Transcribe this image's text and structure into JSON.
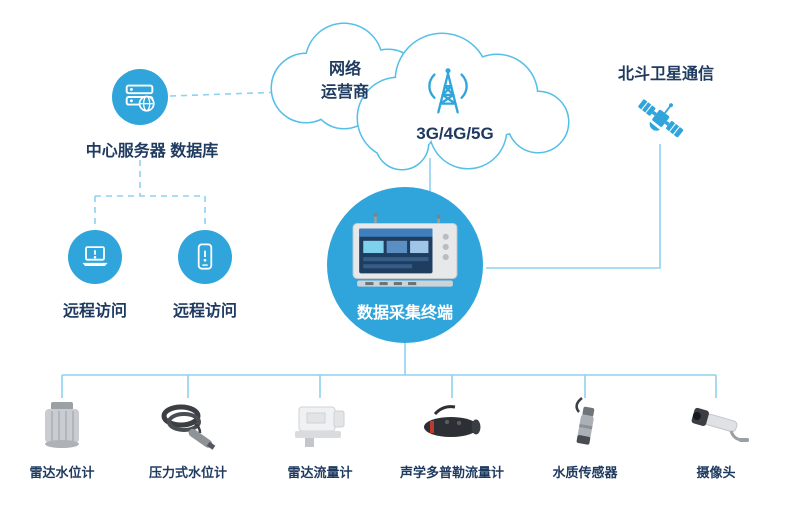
{
  "palette": {
    "blue": "#2FA5DB",
    "line": "#8ED2EF",
    "cloud": "#54BFE7",
    "dark": "#1E3A5F"
  },
  "icons": {
    "server": "server-database-icon",
    "antenna": "cellular-antenna-icon",
    "satellite": "satellite-icon",
    "laptop": "laptop-alert-icon",
    "phone": "phone-alert-icon"
  },
  "nodes": {
    "server": {
      "label": "中心服务器 数据库"
    },
    "operator_cloud": {
      "line1": "网络",
      "line2": "运营商"
    },
    "cellular_cloud": {
      "label": "3G/4G/5G"
    },
    "satellite": {
      "label": "北斗卫星通信"
    },
    "remote_pc": {
      "label": "远程访问"
    },
    "remote_phone": {
      "label": "远程访问"
    },
    "terminal": {
      "label": "数据采集终端"
    }
  },
  "devices": [
    {
      "label": "雷达水位计"
    },
    {
      "label": "压力式水位计"
    },
    {
      "label": "雷达流量计"
    },
    {
      "label": "声学多普勒流量计"
    },
    {
      "label": "水质传感器"
    },
    {
      "label": "摄像头"
    }
  ]
}
